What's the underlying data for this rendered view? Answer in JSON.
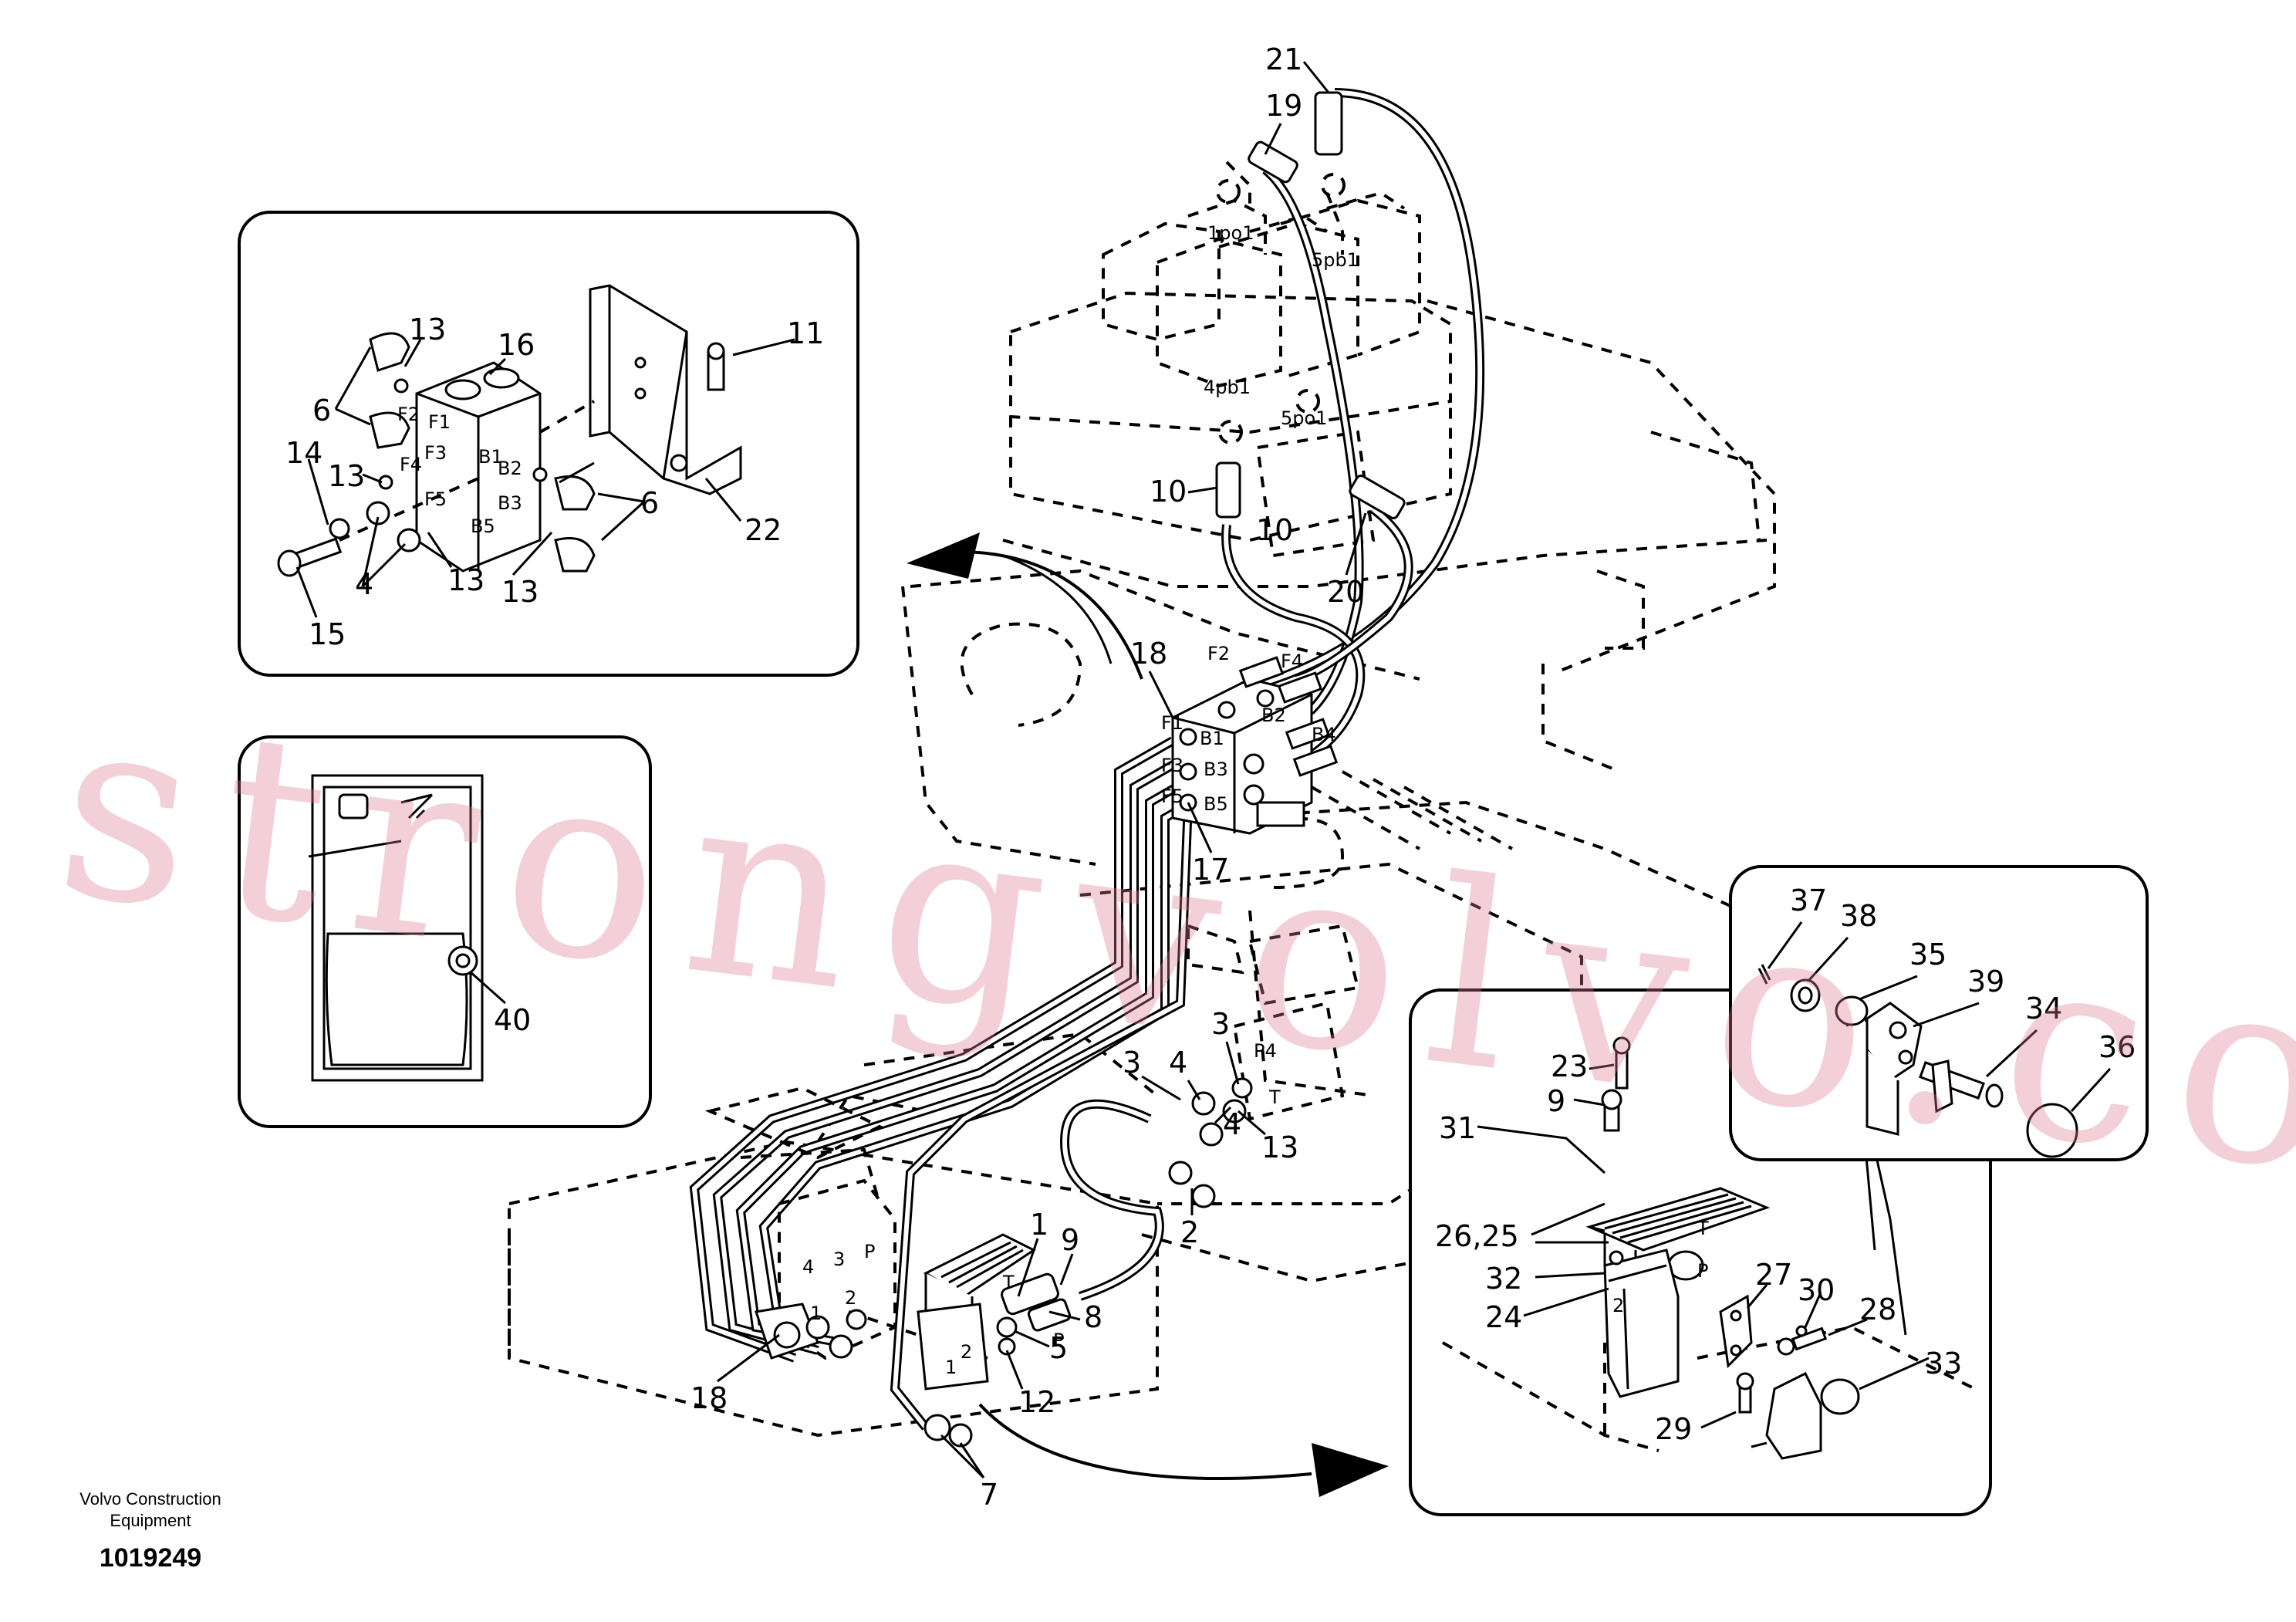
{
  "footer": {
    "company_line1": "Volvo Construction",
    "company_line2": "Equipment",
    "drawing_number": "1019249"
  },
  "watermark": "strongvolvo.com",
  "inset_top_left": {
    "callouts": [
      "13",
      "16",
      "11",
      "6",
      "14",
      "13",
      "4",
      "13",
      "13",
      "6",
      "22",
      "15"
    ],
    "port_labels": [
      "F2",
      "F1",
      "F3",
      "F4",
      "B1",
      "B2",
      "F5",
      "B3",
      "B5"
    ]
  },
  "inset_panel": {
    "callouts": [
      "40"
    ]
  },
  "main": {
    "callouts": [
      "21",
      "19",
      "10",
      "20",
      "18",
      "17",
      "3",
      "4",
      "3",
      "13",
      "4",
      "2",
      "9",
      "1",
      "8",
      "5",
      "12",
      "7",
      "18"
    ],
    "port_labels": [
      "1po1",
      "5pb1",
      "4pb1",
      "5po1",
      "F2",
      "F4",
      "B2",
      "B4",
      "F1",
      "B1",
      "F3",
      "B3",
      "F5",
      "B5",
      "P4",
      "T",
      "P",
      "T",
      "P",
      "4",
      "3",
      "2",
      "1",
      "2",
      "1"
    ],
    "component_label": "10"
  },
  "inset_pedal": {
    "callouts": [
      "23",
      "9",
      "31",
      "26,25",
      "32",
      "24",
      "27",
      "30",
      "28",
      "33",
      "29"
    ],
    "port_labels": [
      "T",
      "P",
      "2"
    ]
  },
  "inset_detail": {
    "callouts": [
      "37",
      "38",
      "35",
      "39",
      "34",
      "36"
    ]
  }
}
